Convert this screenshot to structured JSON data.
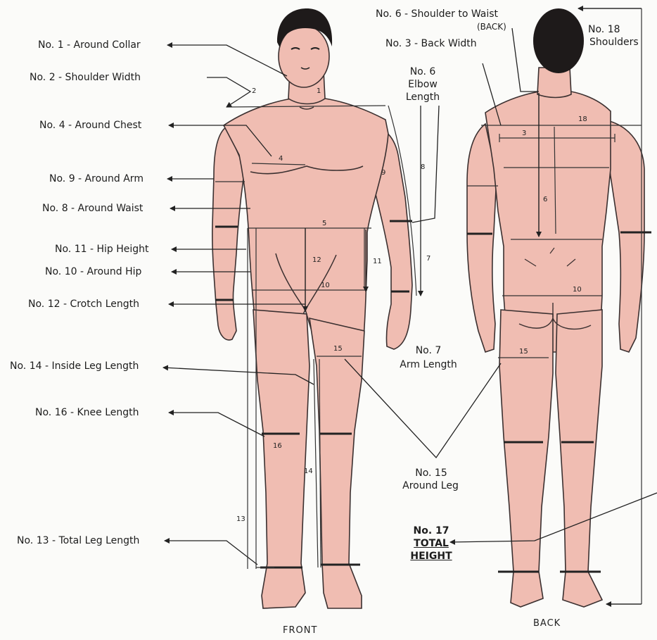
{
  "labels": {
    "l1": "No. 1 - Around Collar",
    "l2": "No. 2 - Shoulder Width",
    "l4": "No. 4 - Around Chest",
    "l9": "No. 9 - Around Arm",
    "l8": "No. 8 - Around Waist",
    "l11": "No. 11 - Hip Height",
    "l10": "No. 10 - Around Hip",
    "l12": "No. 12 - Crotch Length",
    "l14": "No. 14 - Inside Leg Length",
    "l16": "No. 16 - Knee Length",
    "l13": "No. 13 - Total Leg Length",
    "l6a": "No. 6 - Shoulder to Waist",
    "l6b": "(BACK)",
    "l3": "No. 3 - Back Width",
    "l18a": "No. 18",
    "l18b": "Shoulders",
    "l6e1": "No. 6",
    "l6e2": "Elbow",
    "l6e3": "Length",
    "l7a": "No. 7",
    "l7b": "Arm Length",
    "l15a": "No. 15",
    "l15b": "Around Leg",
    "l17a": "No. 17",
    "l17b": "TOTAL",
    "l17c": "HEIGHT"
  },
  "markers": {
    "f2": "2",
    "f1": "1",
    "f4": "4",
    "f9": "9",
    "f8": "8",
    "f5": "5",
    "f12": "12",
    "f11": "11",
    "f7": "7",
    "f10": "10",
    "f15": "15",
    "f16": "16",
    "f14": "14",
    "f13": "13",
    "b3": "3",
    "b18": "18",
    "b6": "6",
    "b10": "10",
    "b15": "15"
  },
  "footer": {
    "front": "FRONT",
    "back": "BACK"
  }
}
